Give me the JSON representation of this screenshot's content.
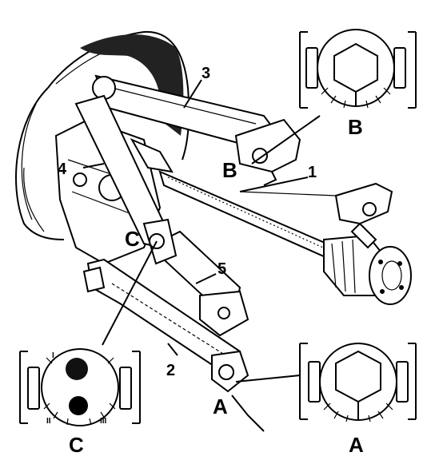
{
  "callouts": {
    "n1": "1",
    "n2": "2",
    "n3": "3",
    "n4": "4",
    "n5": "5",
    "A": "A",
    "B": "B",
    "C": "C"
  },
  "insets": {
    "A": "A",
    "B": "B",
    "C": "C"
  }
}
